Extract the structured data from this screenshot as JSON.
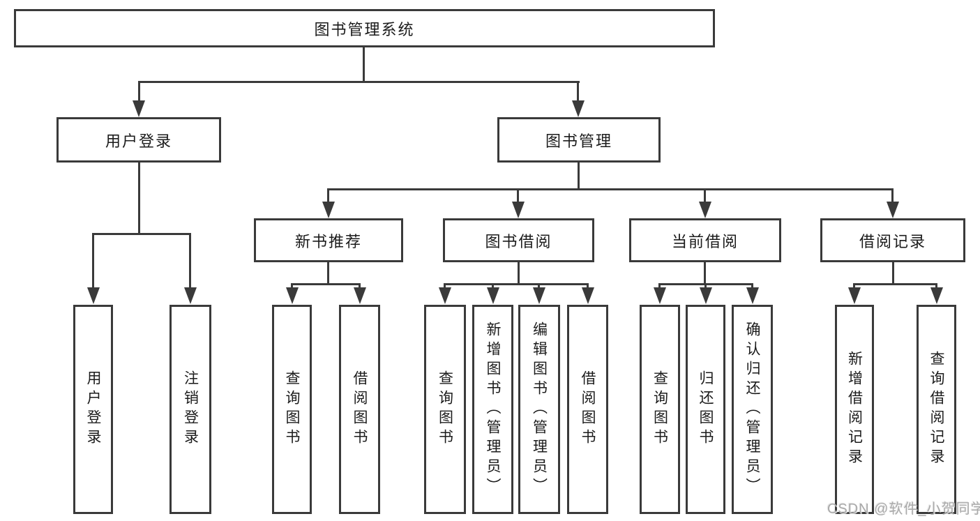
{
  "tree": {
    "root": {
      "label": "图书管理系统"
    },
    "children": [
      {
        "label": "用户登录",
        "children": [
          {
            "label": "用户登录"
          },
          {
            "label": "注销登录"
          }
        ]
      },
      {
        "label": "图书管理",
        "children": [
          {
            "label": "新书推荐",
            "children": [
              {
                "label": "查询图书"
              },
              {
                "label": "借阅图书"
              }
            ]
          },
          {
            "label": "图书借阅",
            "children": [
              {
                "label": "查询图书"
              },
              {
                "label": "新增图书（管理员）"
              },
              {
                "label": "编辑图书（管理员）"
              },
              {
                "label": "借阅图书"
              }
            ]
          },
          {
            "label": "当前借阅",
            "children": [
              {
                "label": "查询图书"
              },
              {
                "label": "归还图书"
              },
              {
                "label": "确认归还（管理员）"
              }
            ]
          },
          {
            "label": "借阅记录",
            "children": [
              {
                "label": "新增借阅记录"
              },
              {
                "label": "查询借阅记录"
              }
            ]
          }
        ]
      }
    ]
  },
  "watermark": {
    "text": "CSDN @软件_小贺同学"
  },
  "colors": {
    "line": "#3a3a3a",
    "box_border": "#3a3a3a",
    "box_fill": "#ffffff",
    "text": "#1b1b1b",
    "watermark": "#a9a9a9",
    "background": "#ffffff"
  }
}
